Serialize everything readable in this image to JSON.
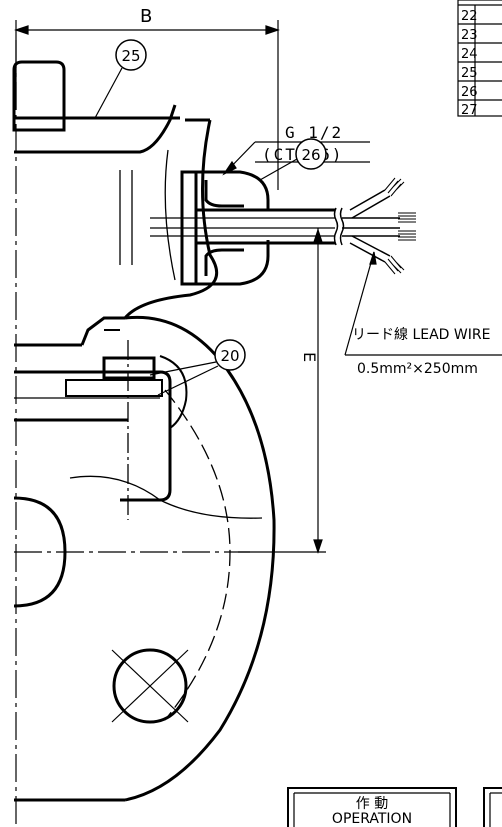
{
  "dimensions": {
    "b_label": "B",
    "e_label": "E"
  },
  "callouts": [
    {
      "number": "25"
    },
    {
      "number": "26"
    },
    {
      "number": "20"
    }
  ],
  "thread": {
    "size": "G 1/2",
    "code": "(CTG16)"
  },
  "lead_wire": {
    "label": "リード線 LEAD WIRE",
    "spec": "0.5mm²×250mm"
  },
  "parts_table": {
    "rows": [
      "22",
      "23",
      "24",
      "25",
      "26",
      "27"
    ]
  },
  "operation_box": {
    "label_jp": "作 動",
    "label_en": "OPERATION"
  }
}
